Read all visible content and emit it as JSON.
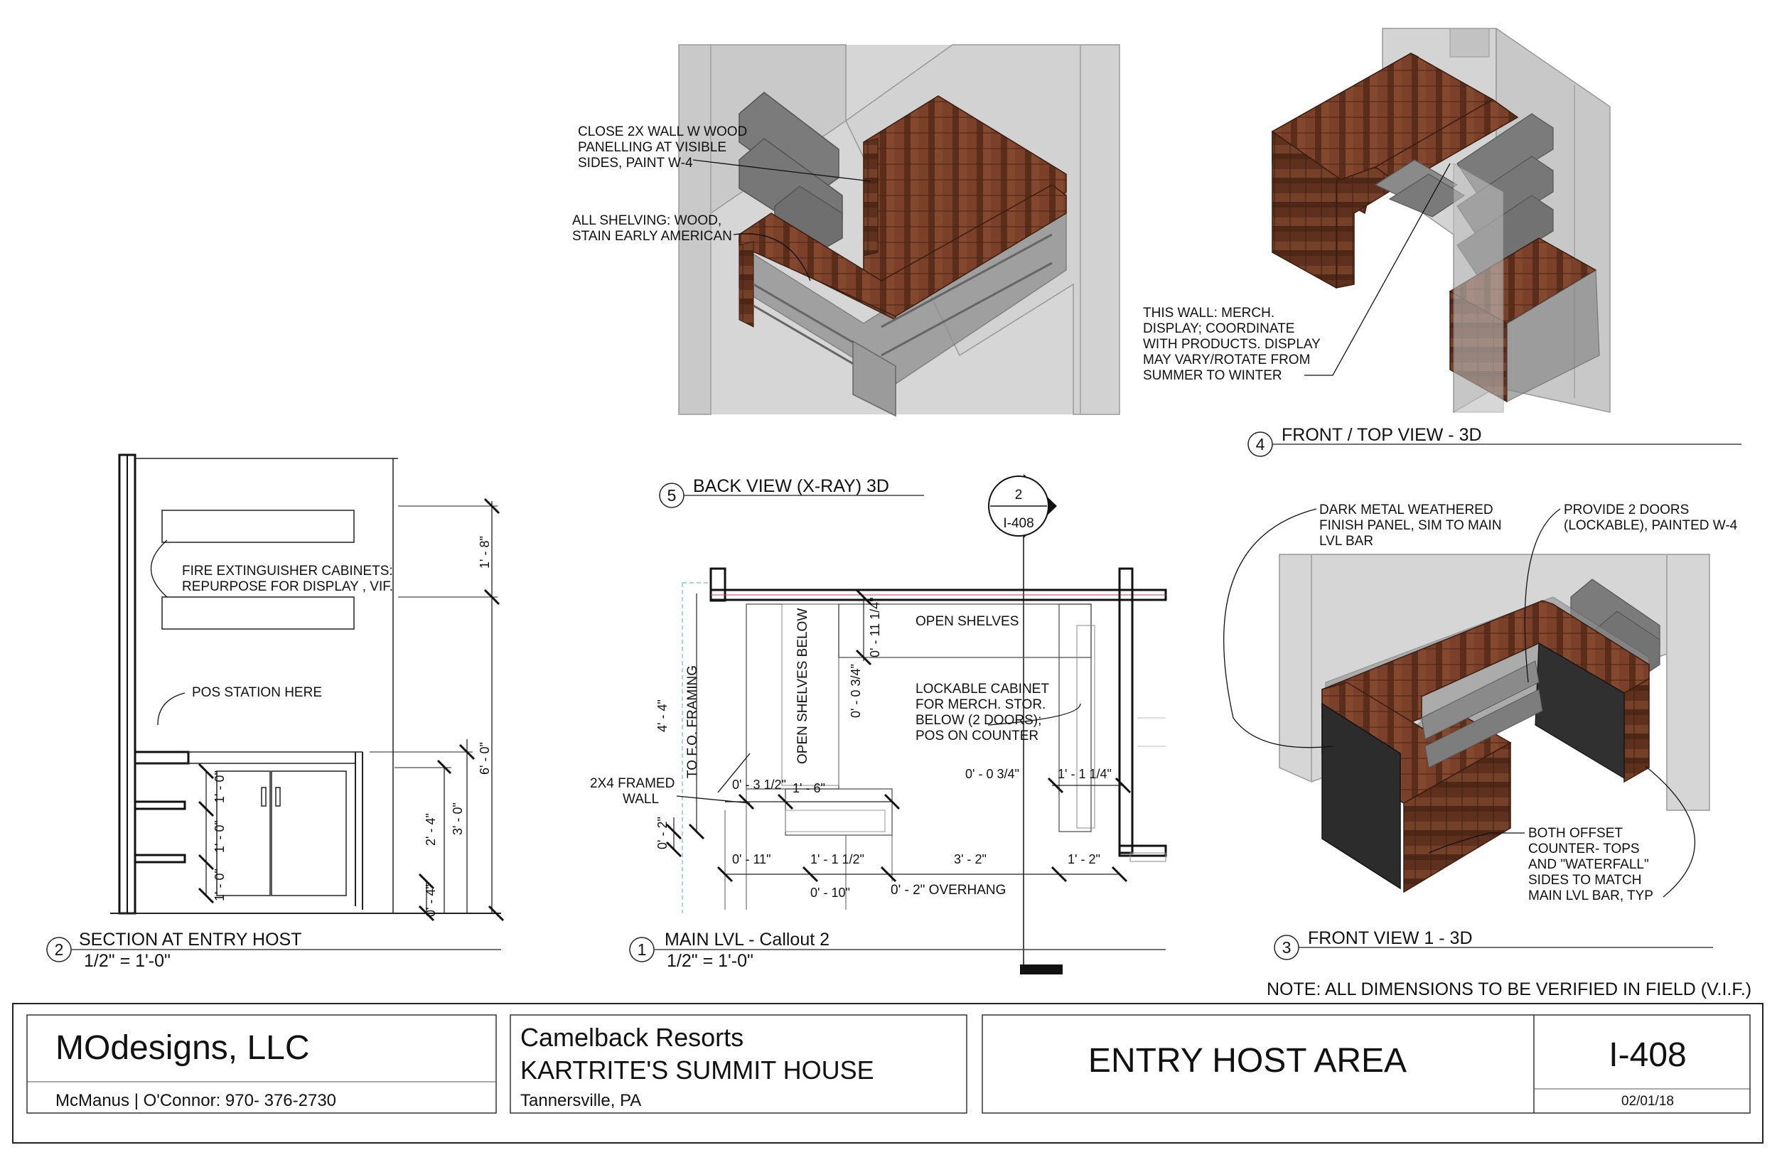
{
  "views": {
    "v5": {
      "num": "5",
      "title": "BACK VIEW (X-RAY) 3D"
    },
    "v4": {
      "num": "4",
      "title": "FRONT / TOP VIEW - 3D"
    },
    "v3": {
      "num": "3",
      "title": "FRONT VIEW 1 - 3D"
    },
    "v2": {
      "num": "2",
      "title": "SECTION AT ENTRY HOST",
      "scale": "1/2\" = 1'-0\""
    },
    "v1": {
      "num": "1",
      "title": "MAIN LVL - Callout 2",
      "scale": "1/2\" = 1'-0\""
    }
  },
  "notes": {
    "close_wall": [
      "CLOSE 2X WALL W WOOD",
      "PANELLING AT VISIBLE",
      "SIDES, PAINT W-4"
    ],
    "all_shelving": [
      "ALL SHELVING: WOOD,",
      "STAIN EARLY AMERICAN"
    ],
    "this_wall": [
      "THIS WALL: MERCH.",
      "DISPLAY;  COORDINATE",
      "WITH PRODUCTS. DISPLAY",
      "MAY VARY/ROTATE FROM",
      "SUMMER TO WINTER"
    ],
    "dark_metal": [
      "DARK METAL WEATHERED",
      "FINISH PANEL, SIM TO MAIN",
      "LVL BAR"
    ],
    "provide_doors": [
      "PROVIDE 2 DOORS",
      "(LOCKABLE), PAINTED W-4"
    ],
    "offset_tops": [
      "BOTH OFFSET",
      "COUNTER- TOPS",
      "AND \"WATERFALL\"",
      "SIDES TO MATCH",
      "MAIN LVL BAR, TYP"
    ],
    "fire_ext": [
      "FIRE EXTINGUISHER CABINETS:",
      "REPURPOSE FOR DISPLAY , VIF."
    ],
    "pos_station": "POS STATION HERE",
    "open_shelves": "OPEN SHELVES",
    "open_shelves_below": "OPEN SHELVES BELOW",
    "to_fo_framing": "TO F.O. FRAMING",
    "lockable": [
      "LOCKABLE CABINET",
      "FOR MERCH. STOR.",
      "BELOW (2 DOORS);",
      "POS ON COUNTER"
    ],
    "framed_wall": [
      "2X4 FRAMED",
      "WALL"
    ],
    "overhang": "0' - 2\" OVERHANG",
    "verify": "NOTE: ALL DIMENSIONS TO BE VERIFIED IN FIELD (V.I.F.)"
  },
  "section_tag": {
    "num": "2",
    "sheet": "I-408"
  },
  "dims_section": {
    "d1_8": "1' - 8\"",
    "d6_0": "6' - 0\"",
    "d1_0a": "1' - 0\"",
    "d1_0b": "1' - 0\"",
    "d1_0c": "1' - 0\"",
    "d2_4": "2' - 4\"",
    "d3_0": "3' - 0\"",
    "d0_4": "0' - 4\""
  },
  "dims_plan": {
    "d11_14": "0' - 11 1/4\"",
    "d0_34v": "0' - 0 3/4\"",
    "d4_4": "4' - 4\"",
    "d3_12": "0' - 3 1/2\"",
    "d1_6": "1' - 6\"",
    "d0_34h": "0' - 0 3/4\"",
    "d1_114": "1' - 1 1/4\"",
    "d0_2v": "0' - 2\"",
    "d0_11": "0' - 11\"",
    "d1_112": "1' - 1 1/2\"",
    "d3_2": "3' - 2\"",
    "d1_2": "1' - 2\"",
    "d0_10": "0' - 10\""
  },
  "title_block": {
    "firm": "MOdesigns, LLC",
    "contact": "McManus |  O'Connor: 970- 376-2730",
    "client": "Camelback Resorts",
    "project": "KARTRITE'S SUMMIT HOUSE",
    "location": "Tannersville, PA",
    "sheet_title": "ENTRY HOST AREA",
    "sheet_number": "I-408",
    "date": "02/01/18"
  },
  "colors": {
    "wood": "#6b3822",
    "wood_light": "#8a4a2c",
    "gray_wall": "#d2d2d2",
    "shelf": "#7b7b7b",
    "dark_panel": "#2c2c2c",
    "ink": "#111111"
  }
}
